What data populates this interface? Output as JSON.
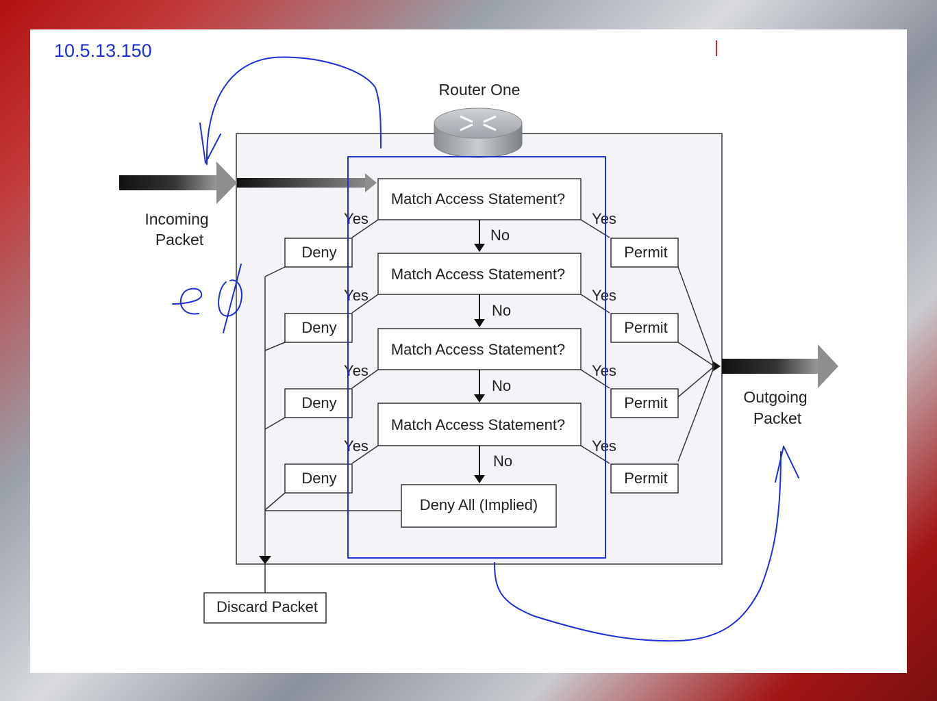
{
  "header": {
    "ip_address": "10.5.13.150"
  },
  "diagram": {
    "router_label": "Router One",
    "incoming_label_line1": "Incoming",
    "incoming_label_line2": "Packet",
    "outgoing_label_line1": "Outgoing",
    "outgoing_label_line2": "Packet",
    "statements": [
      {
        "text": "Match Access Statement?",
        "yes_left": "Yes",
        "yes_right": "Yes",
        "no": "No",
        "deny": "Deny",
        "permit": "Permit"
      },
      {
        "text": "Match Access Statement?",
        "yes_left": "Yes",
        "yes_right": "Yes",
        "no": "No",
        "deny": "Deny",
        "permit": "Permit"
      },
      {
        "text": "Match Access Statement?",
        "yes_left": "Yes",
        "yes_right": "Yes",
        "no": "No",
        "deny": "Deny",
        "permit": "Permit"
      },
      {
        "text": "Match Access Statement?",
        "yes_left": "Yes",
        "yes_right": "Yes",
        "no": "No",
        "deny": "Deny",
        "permit": "Permit"
      }
    ],
    "deny_all_label": "Deny All (Implied)",
    "discard_label": "Discard Packet"
  },
  "colors": {
    "ink_annotation": "#1a2fd6",
    "panel_fill": "#f4f3f7",
    "cursor": "#e0201a"
  }
}
